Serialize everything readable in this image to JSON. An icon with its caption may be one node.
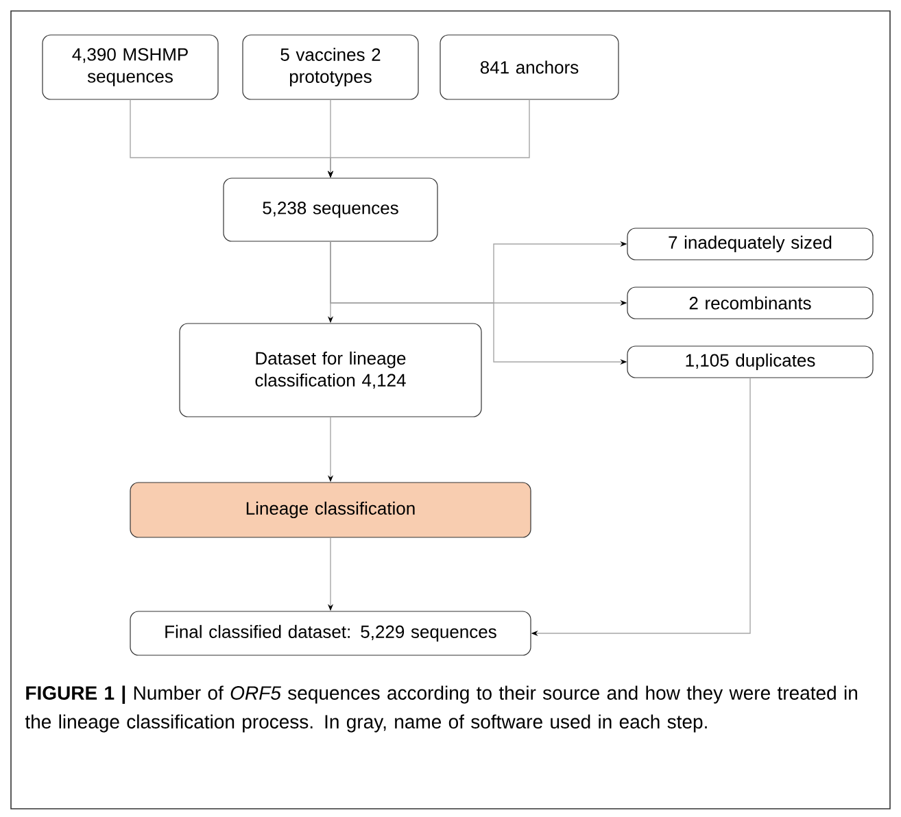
{
  "diagram": {
    "caption": "**FIGURE 1 |** Number of *ORF5* sequences according to their source and how they were treated in the lineage classification process. In gray, name of software used in each step.",
    "nodes": [
      {
        "text": [
          "4,390 MSHMP sequences"
        ]
      },
      {
        "text": [
          "5 vaccines 2 prototypes"
        ]
      },
      {
        "text": [
          "841 anchors"
        ]
      },
      {
        "text": [
          "5,238 sequences"
        ]
      },
      {
        "text": [
          "Dataset for lineage classification 4,124"
        ]
      },
      {
        "text": [
          "Lineage classification"
        ]
      },
      {
        "text": [
          "Final classified dataset: 5,229 sequences"
        ]
      },
      {
        "text": [
          "7 inadequately sized"
        ]
      },
      {
        "text": [
          "2 recombinants"
        ]
      },
      {
        "text": [
          "1,105 duplicates"
        ]
      }
    ],
    "edges": [
      {
        "from": 0,
        "to": 3,
        "arrow": "to"
      },
      {
        "from": 1,
        "to": 3,
        "arrow": "to"
      },
      {
        "from": 2,
        "to": 3,
        "arrow": "to"
      },
      {
        "from": 3,
        "to": 4,
        "arrow": "to"
      },
      {
        "from": 3,
        "to": 7,
        "arrow": "to"
      },
      {
        "from": 3,
        "to": 8,
        "arrow": "to"
      },
      {
        "from": 3,
        "to": 9,
        "arrow": "to"
      },
      {
        "from": 4,
        "to": 5,
        "arrow": "to"
      },
      {
        "from": 5,
        "to": 6,
        "arrow": "to"
      },
      {
        "from": 9,
        "to": 6,
        "arrow": "to"
      }
    ]
  }
}
